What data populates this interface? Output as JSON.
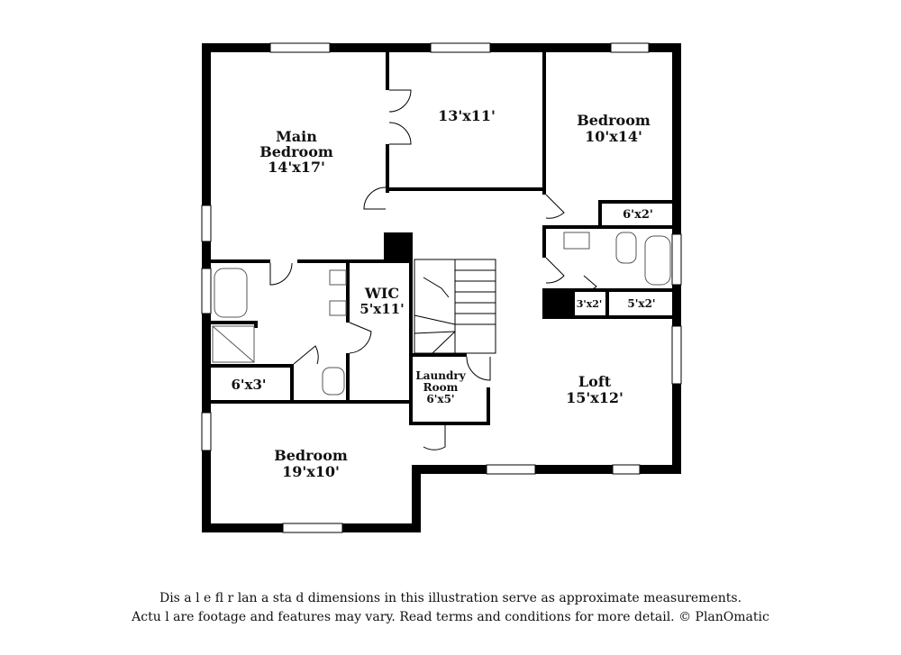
{
  "rooms": {
    "main_bedroom": {
      "name_line1": "Main",
      "name_line2": "Bedroom",
      "dims": "14'x17'"
    },
    "room_13x11": {
      "dims": "13'x11'"
    },
    "bedroom_ne": {
      "name": "Bedroom",
      "dims": "10'x14'"
    },
    "closet_6x2": {
      "dims": "6'x2'"
    },
    "wic": {
      "name": "WIC",
      "dims": "5'x11'"
    },
    "closet_3x2": {
      "dims": "3'x2'"
    },
    "closet_5x2": {
      "dims": "5'x2'"
    },
    "closet_6x3": {
      "dims": "6'x3'"
    },
    "laundry": {
      "name_line1": "Laundry",
      "name_line2": "Room",
      "dims": "6'x5'"
    },
    "loft": {
      "name": "Loft",
      "dims": "15'x12'"
    },
    "bedroom_sw": {
      "name": "Bedroom",
      "dims": "19'x10'"
    }
  },
  "disclaimer": {
    "line1": "Dis   a       l  e fl   r  lan a    sta  d dimensions in this illustration serve as approximate measurements.",
    "line2": "Actu   l    are footage and features may vary. Read terms and conditions for more detail. © PlanOmatic"
  },
  "colors": {
    "wall": "#000000",
    "fixture": "#555555"
  }
}
